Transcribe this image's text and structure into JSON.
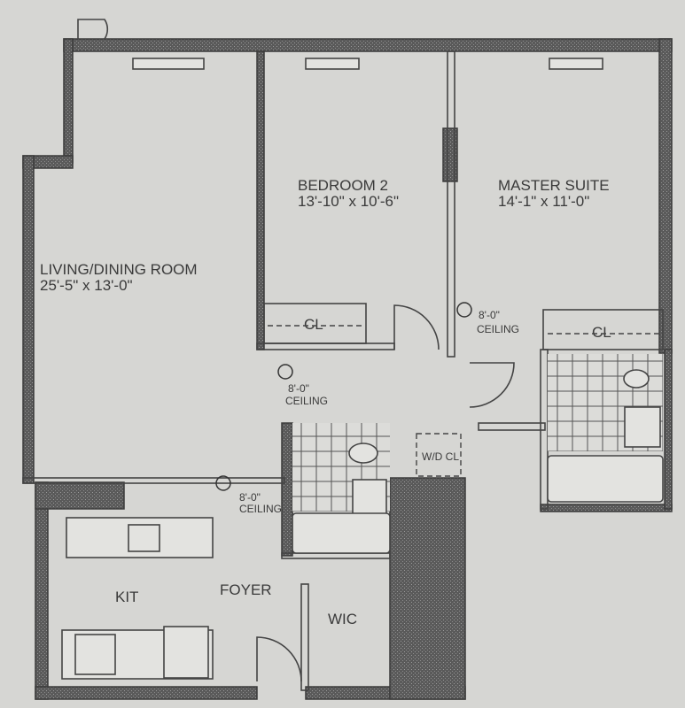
{
  "rooms": {
    "living": {
      "name": "LIVING/DINING ROOM",
      "size": "25'-5\" x 13'-0\""
    },
    "bedroom2": {
      "name": "BEDROOM 2",
      "size": "13'-10\" x 10'-6\""
    },
    "master": {
      "name": "MASTER SUITE",
      "size": "14'-1\" x 11'-0\""
    },
    "kitchen": {
      "name": "KIT"
    },
    "foyer": {
      "name": "FOYER"
    },
    "wic": {
      "name": "WIC"
    },
    "wd_closet": {
      "name": "W/D CL"
    },
    "closet_bedroom2": {
      "name": "CL"
    },
    "closet_master": {
      "name": "CL"
    }
  },
  "ceiling_notes": [
    {
      "height": "8'-0\"",
      "label": "CEILING"
    },
    {
      "height": "8'-0\"",
      "label": "CEILING"
    },
    {
      "height": "8'-0\"",
      "label": "CEILING"
    }
  ],
  "colors": {
    "paper": "#d6d6d3",
    "wall": "#4a4a4a",
    "ink": "#3a3a3a"
  }
}
